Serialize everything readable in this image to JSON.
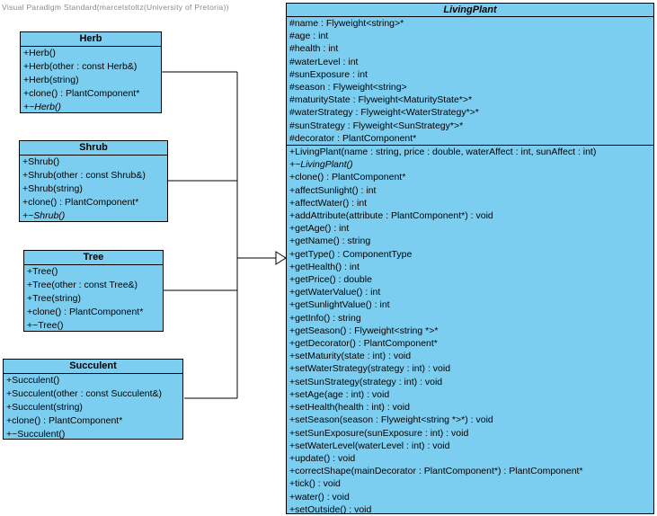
{
  "watermark": "Visual Paradigm Standard(marcelstoltz(University of Pretoria))",
  "colors": {
    "class_fill": "#7ccef1",
    "class_border": "#000000",
    "watermark_text": "#8a8a8a",
    "canvas_background": "#ffffff"
  },
  "diagram": {
    "relationship": {
      "type": "generalization",
      "parent": "LivingPlant",
      "children": [
        "Herb",
        "Shrub",
        "Tree",
        "Succulent"
      ]
    },
    "classes": [
      {
        "id": "herb",
        "title": "Herb",
        "abstract": false,
        "compartments": [
          [
            {
              "text": "+Herb()"
            },
            {
              "text": "+Herb(other : const Herb&)"
            },
            {
              "text": "+Herb(string)"
            },
            {
              "text": "+clone() : PlantComponent*"
            },
            {
              "text": "+~Herb()",
              "italic": true
            }
          ]
        ]
      },
      {
        "id": "shrub",
        "title": "Shrub",
        "abstract": false,
        "compartments": [
          [
            {
              "text": "+Shrub()"
            },
            {
              "text": "+Shrub(other : const Shrub&)"
            },
            {
              "text": "+Shrub(string)"
            },
            {
              "text": "+clone() : PlantComponent*"
            },
            {
              "text": "+~Shrub()",
              "italic": true
            }
          ]
        ]
      },
      {
        "id": "tree",
        "title": "Tree",
        "abstract": false,
        "compartments": [
          [
            {
              "text": "+Tree()"
            },
            {
              "text": "+Tree(other : const Tree&)"
            },
            {
              "text": "+Tree(string)"
            },
            {
              "text": "+clone() : PlantComponent*"
            },
            {
              "text": "+~Tree()"
            }
          ]
        ]
      },
      {
        "id": "succulent",
        "title": "Succulent",
        "abstract": false,
        "compartments": [
          [
            {
              "text": "+Succulent()"
            },
            {
              "text": "+Succulent(other : const Succulent&)"
            },
            {
              "text": "+Succulent(string)"
            },
            {
              "text": "+clone() : PlantComponent*"
            },
            {
              "text": "+~Succulent()"
            }
          ]
        ]
      },
      {
        "id": "livingplant",
        "title": "LivingPlant",
        "abstract": true,
        "compartments": [
          [
            {
              "text": "#name : Flyweight<string>*"
            },
            {
              "text": "#age : int"
            },
            {
              "text": "#health : int"
            },
            {
              "text": "#waterLevel : int"
            },
            {
              "text": "#sunExposure : int"
            },
            {
              "text": "#season : Flyweight<string>"
            },
            {
              "text": "#maturityState : Flyweight<MaturityState*>*"
            },
            {
              "text": "#waterStrategy : Flyweight<WaterStrategy*>*"
            },
            {
              "text": "#sunStrategy : Flyweight<SunStrategy*>*"
            },
            {
              "text": "#decorator : PlantComponent*"
            }
          ],
          [
            {
              "text": "+LivingPlant(name : string, price : double, waterAffect : int, sunAffect : int)"
            },
            {
              "text": "+~LivingPlant()",
              "italic": true
            },
            {
              "text": "+clone() : PlantComponent*"
            },
            {
              "text": "+affectSunlight() : int"
            },
            {
              "text": "+affectWater() : int"
            },
            {
              "text": "+addAttribute(attribute : PlantComponent*) : void"
            },
            {
              "text": "+getAge() : int"
            },
            {
              "text": "+getName() : string"
            },
            {
              "text": "+getType() : ComponentType"
            },
            {
              "text": "+getHealth() : int"
            },
            {
              "text": "+getPrice() : double"
            },
            {
              "text": "+getWaterValue() : int"
            },
            {
              "text": "+getSunlightValue() : int"
            },
            {
              "text": "+getInfo() : string"
            },
            {
              "text": "+getSeason() : Flyweight<string *>*"
            },
            {
              "text": "+getDecorator() : PlantComponent*"
            },
            {
              "text": "+setMaturity(state : int) : void"
            },
            {
              "text": "+setWaterStrategy(strategy : int) : void"
            },
            {
              "text": "+setSunStrategy(strategy : int) : void"
            },
            {
              "text": "+setAge(age : int) : void"
            },
            {
              "text": "+setHealth(health : int) : void"
            },
            {
              "text": "+setSeason(season : Flyweight<string *>*) : void"
            },
            {
              "text": "+setSunExposure(sunExposure : int) : void"
            },
            {
              "text": "+setWaterLevel(waterLevel : int) : void"
            },
            {
              "text": "+update() : void"
            },
            {
              "text": "+correctShape(mainDecorator : PlantComponent*) : PlantComponent*"
            },
            {
              "text": "+tick() : void"
            },
            {
              "text": "+water() : void"
            },
            {
              "text": "+setOutside() : void"
            }
          ]
        ]
      }
    ]
  }
}
